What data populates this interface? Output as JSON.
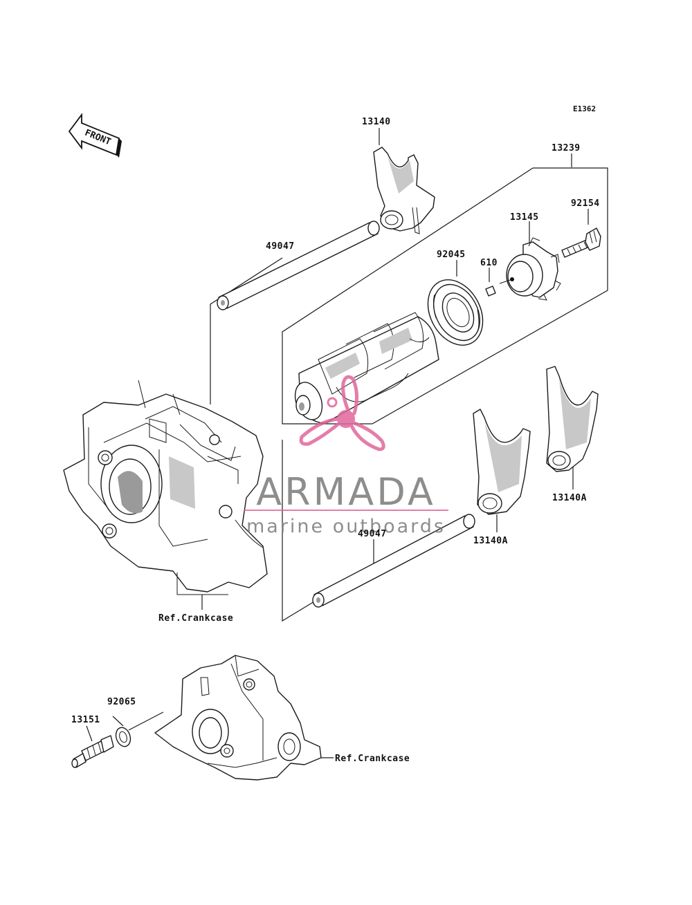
{
  "diagram_code": "E1362",
  "front_label": "FRONT",
  "parts": {
    "p13140": "13140",
    "p13239": "13239",
    "p92154": "92154",
    "p13145": "13145",
    "p49047_top": "49047",
    "p92045": "92045",
    "p610": "610",
    "p49047_bottom": "49047",
    "p13140A_left": "13140A",
    "p13140A_right": "13140A",
    "p92065": "92065",
    "p13151": "13151"
  },
  "refs": {
    "crankcase_upper": "Ref.Crankcase",
    "crankcase_lower": "Ref.Crankcase"
  },
  "watermark": {
    "brand": "ARMADA",
    "tagline": "marine outboards",
    "accent_color": "#e0679b"
  }
}
